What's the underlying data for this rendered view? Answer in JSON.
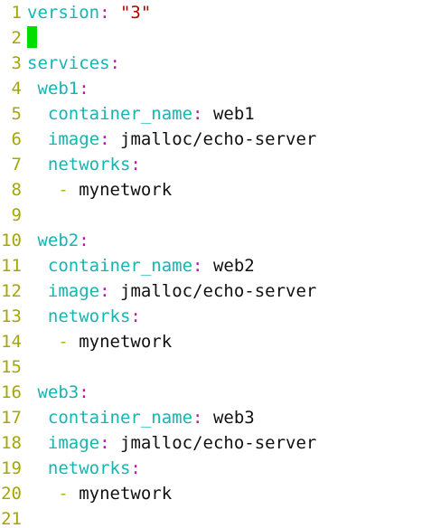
{
  "editor": {
    "theme": {
      "line_number_color": "#a6a600",
      "key_color": "#18b3b3",
      "colon_color": "#b21ab2",
      "string_color": "#b30000",
      "value_color": "#111111",
      "dash_color": "#b3b300",
      "cursor_color": "#00dd00"
    },
    "lines": [
      {
        "num": "1",
        "indent": "",
        "key": "version",
        "colon": ":",
        "string": "\"3\""
      },
      {
        "num": "2",
        "cursor": true
      },
      {
        "num": "3",
        "indent": "",
        "key": "services",
        "colon": ":"
      },
      {
        "num": "4",
        "indent": " ",
        "key": "web1",
        "colon": ":"
      },
      {
        "num": "5",
        "indent": "  ",
        "key": "container_name",
        "colon": ":",
        "value": "web1"
      },
      {
        "num": "6",
        "indent": "  ",
        "key": "image",
        "colon": ":",
        "value": "jmalloc/echo-server"
      },
      {
        "num": "7",
        "indent": "  ",
        "key": "networks",
        "colon": ":"
      },
      {
        "num": "8",
        "indent": "   ",
        "dash": "-",
        "value": "mynetwork"
      },
      {
        "num": "9"
      },
      {
        "num": "10",
        "indent": " ",
        "key": "web2",
        "colon": ":"
      },
      {
        "num": "11",
        "indent": "  ",
        "key": "container_name",
        "colon": ":",
        "value": "web2"
      },
      {
        "num": "12",
        "indent": "  ",
        "key": "image",
        "colon": ":",
        "value": "jmalloc/echo-server"
      },
      {
        "num": "13",
        "indent": "  ",
        "key": "networks",
        "colon": ":"
      },
      {
        "num": "14",
        "indent": "   ",
        "dash": "-",
        "value": "mynetwork"
      },
      {
        "num": "15"
      },
      {
        "num": "16",
        "indent": " ",
        "key": "web3",
        "colon": ":"
      },
      {
        "num": "17",
        "indent": "  ",
        "key": "container_name",
        "colon": ":",
        "value": "web3"
      },
      {
        "num": "18",
        "indent": "  ",
        "key": "image",
        "colon": ":",
        "value": "jmalloc/echo-server"
      },
      {
        "num": "19",
        "indent": "  ",
        "key": "networks",
        "colon": ":"
      },
      {
        "num": "20",
        "indent": "   ",
        "dash": "-",
        "value": "mynetwork"
      },
      {
        "num": "21"
      }
    ]
  }
}
